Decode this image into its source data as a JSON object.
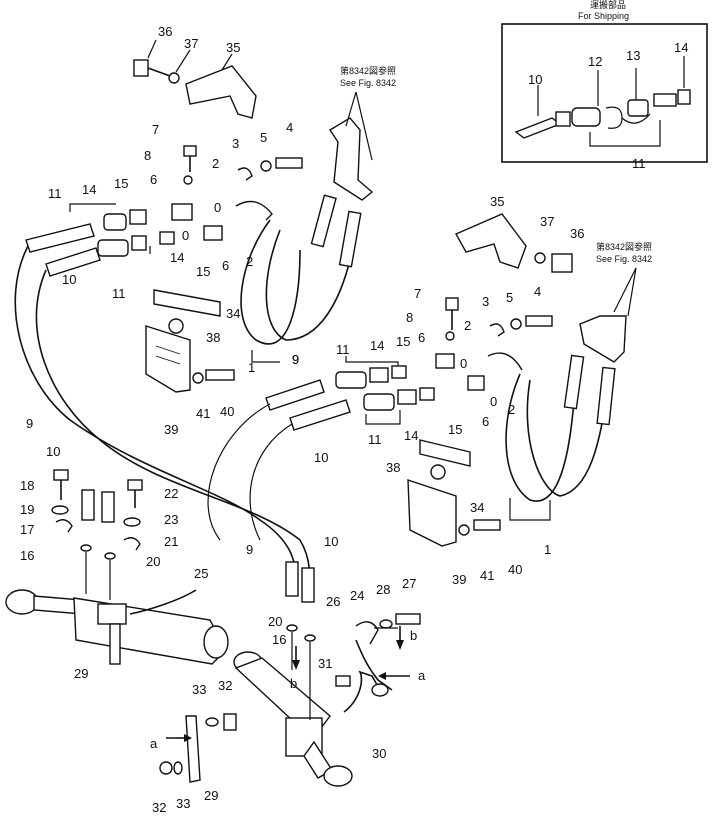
{
  "shipping_box": {
    "title_jp": "運搬部品",
    "title_en": "For Shipping"
  },
  "see_fig_ref": {
    "jp": "第8342図参照",
    "en": "See Fig. 8342"
  },
  "arrow_markers": {
    "a": "a",
    "b": "b"
  },
  "callouts": [
    {
      "id": "c1",
      "text": "36"
    },
    {
      "id": "c2",
      "text": "37"
    },
    {
      "id": "c3",
      "text": "35"
    },
    {
      "id": "c4",
      "text": "7"
    },
    {
      "id": "c5",
      "text": "8"
    },
    {
      "id": "c6",
      "text": "3"
    },
    {
      "id": "c7",
      "text": "5"
    },
    {
      "id": "c8",
      "text": "4"
    },
    {
      "id": "c9",
      "text": "2"
    },
    {
      "id": "c10",
      "text": "6"
    },
    {
      "id": "c11",
      "text": "15"
    },
    {
      "id": "c12",
      "text": "14"
    },
    {
      "id": "c13",
      "text": "11"
    },
    {
      "id": "c14",
      "text": "0"
    },
    {
      "id": "c15",
      "text": "0"
    },
    {
      "id": "c16",
      "text": "6"
    },
    {
      "id": "c17",
      "text": "2"
    },
    {
      "id": "c18",
      "text": "14"
    },
    {
      "id": "c19",
      "text": "15"
    },
    {
      "id": "c20",
      "text": "11"
    },
    {
      "id": "c21",
      "text": "10"
    },
    {
      "id": "c22",
      "text": "34"
    },
    {
      "id": "c23",
      "text": "38"
    },
    {
      "id": "c24",
      "text": "1"
    },
    {
      "id": "c25",
      "text": "39"
    },
    {
      "id": "c26",
      "text": "41"
    },
    {
      "id": "c27",
      "text": "40"
    },
    {
      "id": "c28",
      "text": "9"
    },
    {
      "id": "c29",
      "text": "9"
    },
    {
      "id": "c30",
      "text": "10"
    },
    {
      "id": "c31",
      "text": "12"
    },
    {
      "id": "c32",
      "text": "13"
    },
    {
      "id": "c33",
      "text": "14"
    },
    {
      "id": "c34",
      "text": "11"
    },
    {
      "id": "c35",
      "text": "35"
    },
    {
      "id": "c36",
      "text": "37"
    },
    {
      "id": "c37",
      "text": "36"
    },
    {
      "id": "c38",
      "text": "7"
    },
    {
      "id": "c39",
      "text": "8"
    },
    {
      "id": "c40",
      "text": "3"
    },
    {
      "id": "c41",
      "text": "5"
    },
    {
      "id": "c42",
      "text": "4"
    },
    {
      "id": "c43",
      "text": "6"
    },
    {
      "id": "c44",
      "text": "15"
    },
    {
      "id": "c45",
      "text": "2"
    },
    {
      "id": "c46",
      "text": "0"
    },
    {
      "id": "c47",
      "text": "11"
    },
    {
      "id": "c48",
      "text": "14"
    },
    {
      "id": "c49",
      "text": "9"
    },
    {
      "id": "c50",
      "text": "0"
    },
    {
      "id": "c51",
      "text": "6"
    },
    {
      "id": "c52",
      "text": "2"
    },
    {
      "id": "c53",
      "text": "14"
    },
    {
      "id": "c54",
      "text": "15"
    },
    {
      "id": "c55",
      "text": "11"
    },
    {
      "id": "c56",
      "text": "10"
    },
    {
      "id": "c57",
      "text": "10"
    },
    {
      "id": "c58",
      "text": "38"
    },
    {
      "id": "c59",
      "text": "34"
    },
    {
      "id": "c60",
      "text": "1"
    },
    {
      "id": "c61",
      "text": "18"
    },
    {
      "id": "c62",
      "text": "22"
    },
    {
      "id": "c63",
      "text": "19"
    },
    {
      "id": "c64",
      "text": "23"
    },
    {
      "id": "c65",
      "text": "17"
    },
    {
      "id": "c66",
      "text": "21"
    },
    {
      "id": "c67",
      "text": "16"
    },
    {
      "id": "c68",
      "text": "20"
    },
    {
      "id": "c69",
      "text": "39"
    },
    {
      "id": "c70",
      "text": "41"
    },
    {
      "id": "c71",
      "text": "40"
    },
    {
      "id": "c72",
      "text": "9"
    },
    {
      "id": "c73",
      "text": "10"
    },
    {
      "id": "c74",
      "text": "25"
    },
    {
      "id": "c75",
      "text": "26"
    },
    {
      "id": "c76",
      "text": "24"
    },
    {
      "id": "c77",
      "text": "28"
    },
    {
      "id": "c78",
      "text": "27"
    },
    {
      "id": "c79",
      "text": "20"
    },
    {
      "id": "c80",
      "text": "16"
    },
    {
      "id": "c81",
      "text": "29"
    },
    {
      "id": "c82",
      "text": "31"
    },
    {
      "id": "c83",
      "text": "33"
    },
    {
      "id": "c84",
      "text": "32"
    },
    {
      "id": "c85",
      "text": "30"
    },
    {
      "id": "c86",
      "text": "32"
    },
    {
      "id": "c87",
      "text": "33"
    },
    {
      "id": "c88",
      "text": "29"
    }
  ]
}
